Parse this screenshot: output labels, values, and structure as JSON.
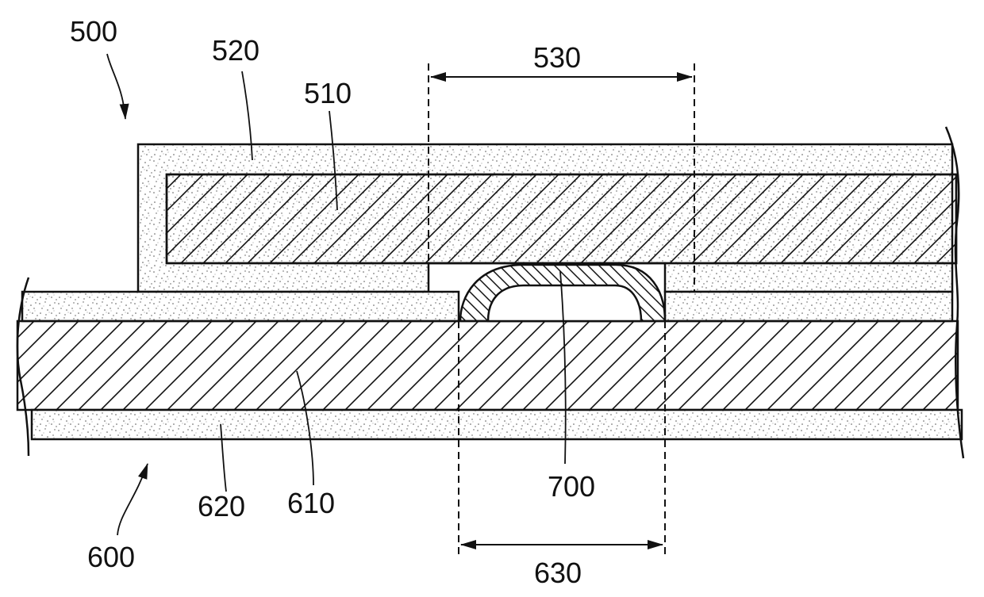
{
  "figure": {
    "labels": {
      "l500": "500",
      "l520": "520",
      "l510": "510",
      "l530": "530",
      "l700": "700",
      "l600": "600",
      "l620": "620",
      "l610": "610",
      "l630": "630"
    },
    "colors": {
      "line": "#111111",
      "background": "#ffffff",
      "stipple": "#555555"
    }
  }
}
